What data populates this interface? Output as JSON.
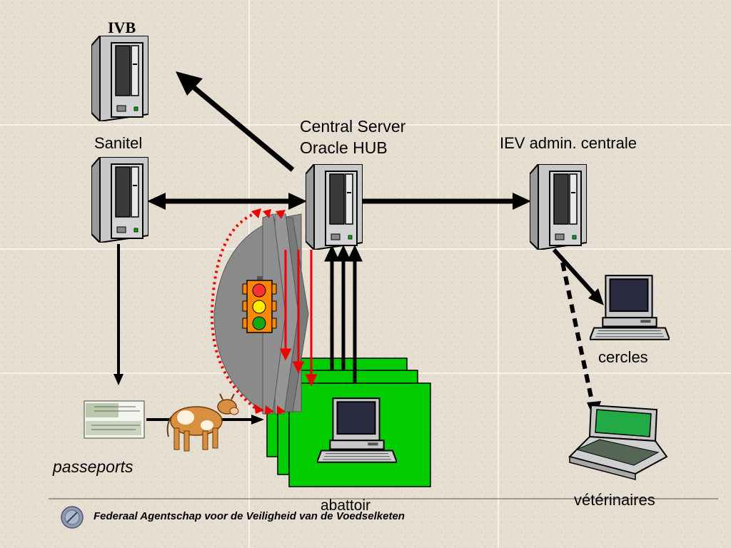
{
  "labels": {
    "ivb": "IVB",
    "sanitel": "Sanitel",
    "central_server_line1": "Central Server",
    "central_server_line2": "Oracle HUB",
    "iev": "IEV admin. centrale",
    "cercles": "cercles",
    "passeports": "passeports",
    "abattoir": "abattoir",
    "veterinaires": "vétérinaires"
  },
  "footer": {
    "agency": "Federaal Agentschap voor de Veiligheid van de Voedselketen"
  },
  "colors": {
    "background": "#e6ddd0",
    "abattoir_green": "#00cc00",
    "arrow_red": "#ee0000",
    "shield_gray": "#8a8a8a",
    "traffic_light_body": "#ff8800"
  },
  "icons": [
    "server-icon",
    "desktop-computer-icon",
    "laptop-icon",
    "cow-icon",
    "passport-icon",
    "traffic-light-icon",
    "agency-logo-icon"
  ]
}
